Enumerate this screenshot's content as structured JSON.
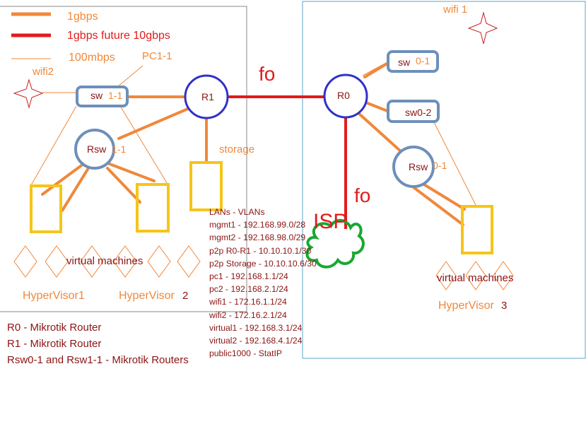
{
  "legend": [
    {
      "label": "1gbps",
      "color": "#f0883a"
    },
    {
      "label": "1gbps future 10gbps",
      "color": "#e21b1b"
    },
    {
      "label": "100mbps",
      "color": "#f0883a"
    }
  ],
  "nodes": {
    "r1": "R1",
    "r0": "R0",
    "rsw11_a": "Rsw",
    "rsw11_b": "1-1",
    "rsw01_a": "Rsw",
    "rsw01_b": "0-1",
    "sw11_a": "sw",
    "sw11_b": "1-1",
    "sw01_a": "sw",
    "sw01_b": "0-1",
    "sw02": "sw0-2"
  },
  "labels": {
    "pc1": "PC1-1",
    "wifi2": "wifi2",
    "wifi1": "wifi 1",
    "fo_top": "fo",
    "fo_isp": "fo",
    "isp": "ISP",
    "storage": "storage",
    "vm_left": "virtual machines",
    "vm_right": "virtual machines",
    "hv1": "HyperVisor1",
    "hv2_a": "HyperVisor",
    "hv2_b": "2",
    "hv3_a": "HyperVisor",
    "hv3_b": "3"
  },
  "routers_legend": [
    "R0 - Mikrotik Router",
    "R1 - Mikrotik Router",
    "Rsw0-1 and Rsw1-1 - Mikrotik Routers"
  ],
  "lans": [
    "LANs - VLANs",
    "mgmt1 - 192.168.99.0/28",
    "mgmt2 - 192.168.98.0/29",
    "p2p R0-R1 - 10.10.10.1/30",
    "p2p Storage - 10.10.10.6/30",
    "pc1 - 192.168.1.1/24",
    "pc2 - 192.168.2.1/24",
    "wifi1 - 172.16.1.1/24",
    "wifi2 - 172.16.2.1/24",
    "virtual1 - 192.168.3.1/24",
    "virtual2 - 192.168.4.1/24",
    "public1000 - StatIP"
  ],
  "colors": {
    "orange": "#f0883a",
    "red": "#e21b1b",
    "blue": "#3030c8",
    "switch": "#6d8fba",
    "yellow": "#f5c518",
    "green": "#18a832",
    "text": "#8b1414",
    "frame_left": "#8a8a8a",
    "frame_right": "#5aa7c8"
  }
}
